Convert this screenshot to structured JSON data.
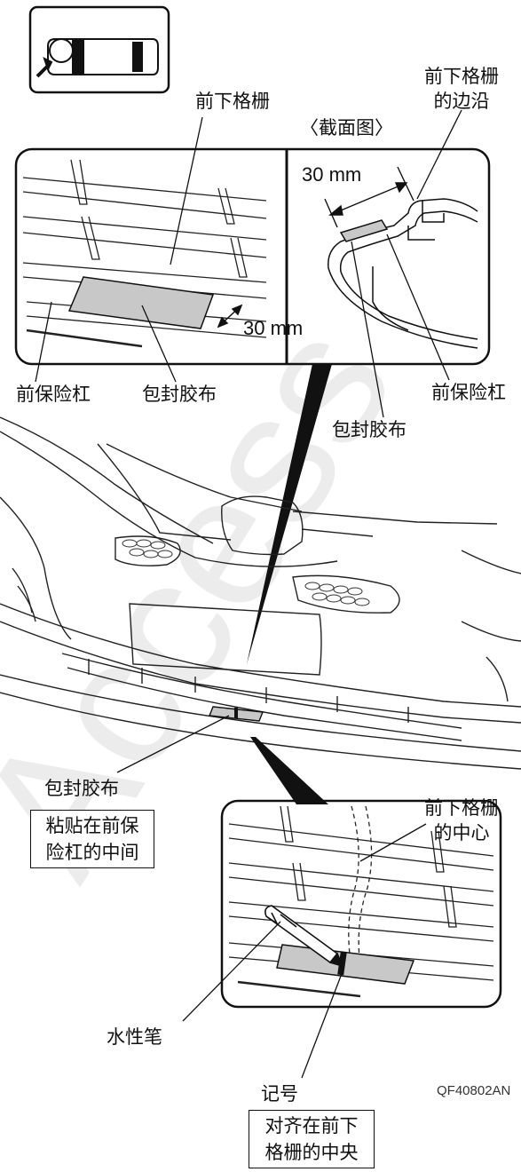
{
  "labels": {
    "front_lower_grille_top": "前下格栅",
    "front_lower_grille_edge": "前下格栅\n的边沿",
    "cross_section": "〈截面图〉",
    "dim_30mm_section": "30 mm",
    "dim_30mm_detail": "30 mm",
    "front_bumper_left": "前保险杠",
    "sealing_tape_left": "包封胶布",
    "sealing_tape_section": "包封胶布",
    "front_bumper_right": "前保险杠",
    "sealing_tape_main": "包封胶布",
    "paste_note": "粘贴在前保\n险杠的中间",
    "grille_center": "前下格栅\n的中心",
    "water_pen": "水性笔",
    "mark": "记号",
    "figure_code": "QF40802AN",
    "align_note": "对齐在前下\n格栅的中央"
  },
  "watermark": "Access",
  "colors": {
    "line": "#111111",
    "tape": "#c8c8c8",
    "watermark": "#ececec"
  }
}
